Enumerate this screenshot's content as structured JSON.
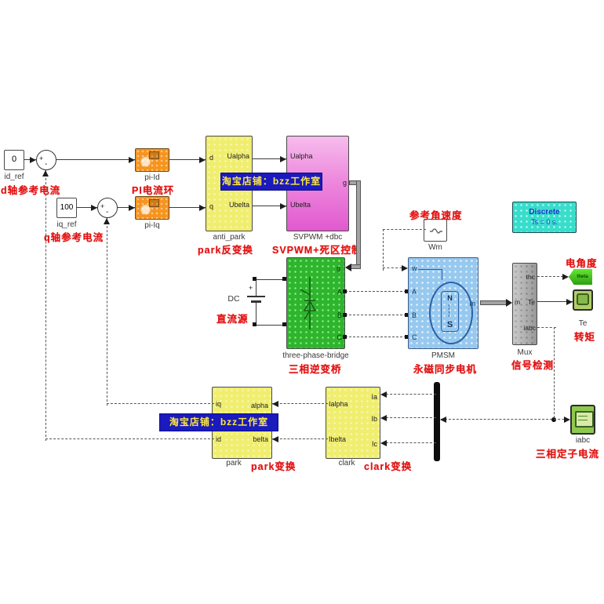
{
  "banners": {
    "top": "淘宝店铺：bzz工作室",
    "bottom": "淘宝店铺：bzz工作室"
  },
  "colors": {
    "annotation_red": "#e31212",
    "banner_blue": "#1a1abd",
    "banner_yellow": "#ffe93c"
  },
  "sums": {
    "plus": "+",
    "minus": "-"
  },
  "id_ref": {
    "value": "0",
    "label": "id_ref",
    "annotation": "d轴参考电流"
  },
  "iq_ref": {
    "value": "100",
    "label": "iq_ref",
    "annotation": "q轴参考电流"
  },
  "pi_id": {
    "label": "pi-Id",
    "annotation": "PI电流环"
  },
  "pi_iq": {
    "label": "pi-Iq"
  },
  "anti_park": {
    "label": "anti_park",
    "annotation": "park反变换",
    "ports": {
      "d": "d",
      "q": "q",
      "ualpha": "Ualpha",
      "ubelta": "Ubelta"
    }
  },
  "svpwm": {
    "label": "SVPWM +dbc",
    "annotation": "SVPWM+死区控制",
    "ports": {
      "ualpha": "Ualpha",
      "ubelta": "Ubelta",
      "g": "g"
    }
  },
  "dc_source": {
    "label": "DC",
    "annotation": "直流源",
    "plus": "+"
  },
  "bridge": {
    "label": "three-phase-bridge",
    "annotation": "三相逆变桥",
    "ports": {
      "g": "g",
      "a": "A",
      "b": "B",
      "c": "C"
    }
  },
  "pmsm": {
    "label": "PMSM",
    "annotation": "永磁同步电机",
    "ports": {
      "w": "w",
      "a": "A",
      "b": "B",
      "c": "C",
      "m": "m"
    },
    "rotor": {
      "n": "N",
      "s": "S"
    }
  },
  "wm": {
    "label": "Wm",
    "annotation": "参考角速度"
  },
  "powergui": {
    "line1": "Discrete",
    "line2": "Ts = 0 s."
  },
  "mux": {
    "label": "Mux",
    "annotation": "信号检测",
    "ports": {
      "m": "m",
      "thc": "thc",
      "te": "Te",
      "iabc": "iabc"
    }
  },
  "goto_theta": {
    "tag": "theta",
    "annotation": "电角度"
  },
  "scope_te": {
    "label": "Te",
    "annotation": "转矩"
  },
  "scope_iabc": {
    "label": "iabc",
    "annotation": "三相定子电流"
  },
  "park": {
    "label": "park",
    "annotation": "park变换",
    "ports": {
      "iq": "iq",
      "id": "id",
      "alpha": "alpha",
      "belta": "belta"
    }
  },
  "clark": {
    "label": "clark",
    "annotation": "clark变换",
    "ports": {
      "ialpha": "Ialpha",
      "ibelta": "Ibelta",
      "ia": "Ia",
      "ib": "Ib",
      "ic": "Ic"
    }
  }
}
